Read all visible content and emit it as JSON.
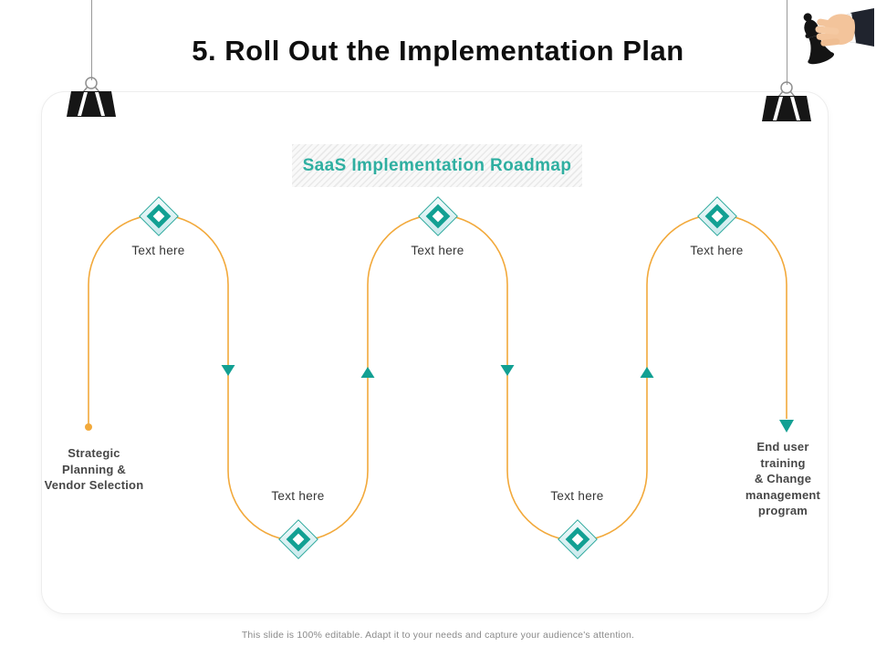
{
  "slide": {
    "title": "5. Roll Out the Implementation Plan",
    "footer": "This slide is 100% editable. Adapt it to your needs and capture your audience's attention."
  },
  "roadmap": {
    "banner_title": "SaaS Implementation Roadmap",
    "milestones": [
      {
        "label": "Text here",
        "position": "top"
      },
      {
        "label": "Text here",
        "position": "bottom"
      },
      {
        "label": "Text here",
        "position": "top"
      },
      {
        "label": "Text here",
        "position": "bottom"
      },
      {
        "label": "Text here",
        "position": "top"
      }
    ],
    "start_label_lines": [
      "Strategic",
      "Planning &",
      "Vendor Selection"
    ],
    "end_label_lines": [
      "End user training",
      "& Change",
      "management",
      "program"
    ]
  },
  "decorations": {
    "icons": [
      "binder-clip-icon",
      "binder-clip-icon",
      "hand-holding-chess-piece-icon"
    ]
  },
  "colors": {
    "teal": "#12A093",
    "teal_light": "#C9E9EC",
    "banner_text": "#2FAFA1",
    "orange": "#F2A93B",
    "title_text": "#0E0E0E",
    "label_text": "#474747",
    "footer_text": "#8A8A8A"
  }
}
